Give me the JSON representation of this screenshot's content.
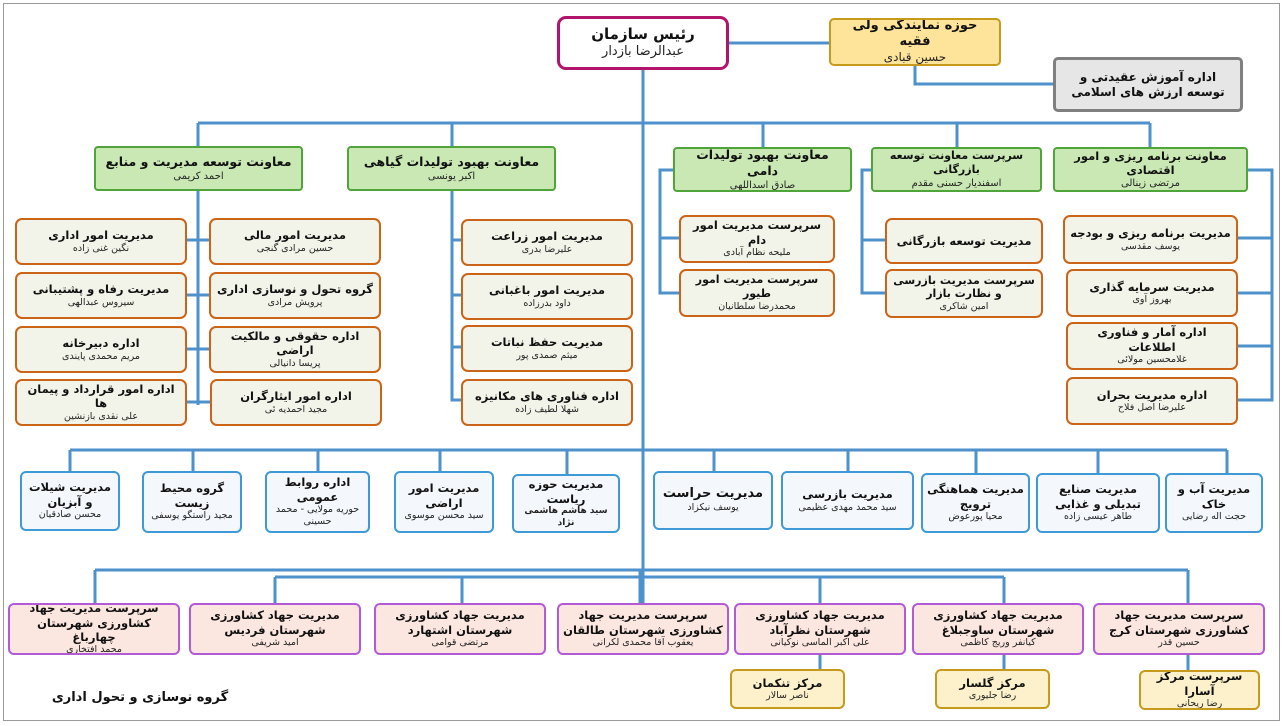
{
  "root": {
    "title": "رئیس سازمان",
    "name": "عبدالرضا بازدار"
  },
  "representative": {
    "title": "حوزه نمایندگی ولی فقیه",
    "name": "حسین قبادی"
  },
  "religious_training": {
    "title": "اداره آموزش عقیدتی و توسعه ارزش های اسلامی"
  },
  "deputies": [
    {
      "title": "معاونت توسعه مدیریت و منابع",
      "name": "احمد کریمی"
    },
    {
      "title": "معاونت بهبود تولیدات گیاهی",
      "name": "اکبر یونسی"
    },
    {
      "title": "معاونت بهبود تولیدات دامی",
      "name": "صادق اسداللهی"
    },
    {
      "title": "سرپرست معاونت توسعه بازرگانی",
      "name": "اسفندیار حسنی مقدم"
    },
    {
      "title": "معاونت برنامه ریزی و امور اقتصادی",
      "name": "مرتضی زینالی"
    }
  ],
  "resources_left": [
    {
      "title": "مدیریت امور اداری",
      "name": "نگین غنی زاده"
    },
    {
      "title": "مدیریت رفاه و پشتیبانی",
      "name": "سیروس عبدالهی"
    },
    {
      "title": "اداره دبیرخانه",
      "name": "مریم محمدی پایندی"
    },
    {
      "title": "اداره امور قرارداد و پیمان ها",
      "name": "علی نقدی بازنشین"
    }
  ],
  "resources_right": [
    {
      "title": "مدیریت امور مالی",
      "name": "حسین مرادی گنجی"
    },
    {
      "title": "گروه تحول و نوسازی اداری",
      "name": "پرویش مرادی"
    },
    {
      "title": "اداره حقوقی و مالکیت اراضی",
      "name": "پریسا دانیالی"
    },
    {
      "title": "اداره امور ایثارگران",
      "name": "مجید احمدیه ئی"
    }
  ],
  "plant": [
    {
      "title": "مدیریت امور زراعت",
      "name": "علیرضا بدری"
    },
    {
      "title": "مدیریت امور باغبانی",
      "name": "داود بدرزاده"
    },
    {
      "title": "مدیریت حفظ نباتات",
      "name": "میثم صمدی پور"
    },
    {
      "title": "اداره فناوری های مکانیزه",
      "name": "شهلا لطیف زاده"
    }
  ],
  "livestock": [
    {
      "title": "سرپرست مدیریت امور دام",
      "name": "ملیحه نظام آبادی"
    },
    {
      "title": "سرپرست مدیریت امور طیور",
      "name": "محمدرضا سلطانیان"
    }
  ],
  "commerce": [
    {
      "title": "مدیریت توسعه بازرگانی",
      "name": ""
    },
    {
      "title": "سرپرست مدیریت بازرسی و نظارت بازار",
      "name": "امین شاکری"
    }
  ],
  "planning": [
    {
      "title": "مدیریت برنامه ریزی و بودجه",
      "name": "یوسف مقدسی"
    },
    {
      "title": "مدیریت سرمایه گذاری",
      "name": "بهروز آوی"
    },
    {
      "title": "اداره آمار و فناوری اطلاعات",
      "name": "غلامحسین مولائی"
    },
    {
      "title": "اداره مدیریت بحران",
      "name": "علیرضا اصل فلاح"
    }
  ],
  "staff_row": [
    {
      "title": "مدیریت شیلات و آبزیان",
      "name": "محسن صادقیان"
    },
    {
      "title": "گروه محیط زیست",
      "name": "مجید راستگو یوسفی"
    },
    {
      "title": "اداره روابط عمومی",
      "name": "حوریه مولایی - محمد حسینی"
    },
    {
      "title": "مدیریت امور اراضی",
      "name": "سید محسن موسوی"
    },
    {
      "title": "مدیریت حوزه ریاست",
      "name": "سید هاشم هاشمی نژاد"
    },
    {
      "title": "مدیریت حراست",
      "name": "یوسف نیکزاد"
    },
    {
      "title": "مدیریت بازرسی",
      "name": "سید محمد مهدی عظیمی"
    },
    {
      "title": "مدیریت هماهنگی ترویج",
      "name": "محیا پورعوض"
    },
    {
      "title": "مدیریت صنایع تبدیلی و غذایی",
      "name": "طاهر عیسی زاده"
    },
    {
      "title": "مدیریت آب و خاک",
      "name": "حجت اله رضایی"
    }
  ],
  "county_row": [
    {
      "title": "سرپرست مدیریت جهاد کشاورزی شهرستان چهارباغ",
      "name": "محمد افتخاری"
    },
    {
      "title": "مدیریت جهاد کشاورزی شهرستان فردیس",
      "name": "امید شریفی"
    },
    {
      "title": "مدیریت جهاد کشاورزی شهرستان اشتهارد",
      "name": "مرتضی قوامی"
    },
    {
      "title": "سرپرست مدیریت جهاد کشاورزی شهرستان طالقان",
      "name": "یعقوب آقا محمدی لکرانی"
    },
    {
      "title": "مدیریت جهاد کشاورزی شهرستان نظرآباد",
      "name": "علی اکبر الماسی نوکیانی"
    },
    {
      "title": "مدیریت جهاد کشاورزی شهرستان ساوجبلاغ",
      "name": "کیانفر وریج کاظمی"
    },
    {
      "title": "سرپرست مدیریت جهاد کشاورزی شهرستان کرج",
      "name": "حسین قدر"
    }
  ],
  "centers": [
    {
      "title": "مرکز تنکمان",
      "name": "ناصر سالار"
    },
    {
      "title": "مرکز گلسار",
      "name": "رضا جلیوری"
    },
    {
      "title": "سرپرست مرکز آسارا",
      "name": "رضا ریحانی"
    }
  ],
  "footer": "گروه نوسازی و تحول اداری",
  "colors": {
    "connector": "#4e92cc",
    "root_border": "#b3146b",
    "deputy_border": "#4fa43a",
    "deputy_fill": "#c9e8b4",
    "manager_border": "#cc6418",
    "staff_border": "#3d9ad6",
    "county_border": "#b45ad6",
    "rep_fill": "#fde49a"
  }
}
